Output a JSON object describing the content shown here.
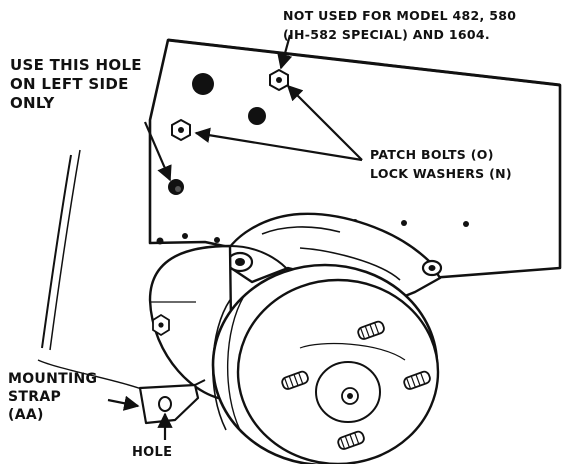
{
  "callouts": {
    "not_used": {
      "line1": "NOT USED FOR MODEL 482, 580",
      "line2": "(IH-582 SPECIAL) AND 1604."
    },
    "left_hole": {
      "line1": "USE THIS HOLE",
      "line2": "ON LEFT SIDE",
      "line3": "ONLY"
    },
    "patch": {
      "line1": "PATCH BOLTS (O)",
      "line2": "LOCK WASHERS (N)"
    },
    "strap": {
      "line1": "MOUNTING",
      "line2": "STRAP",
      "line3": "(AA)"
    },
    "hole": {
      "line1": "HOLE"
    }
  }
}
